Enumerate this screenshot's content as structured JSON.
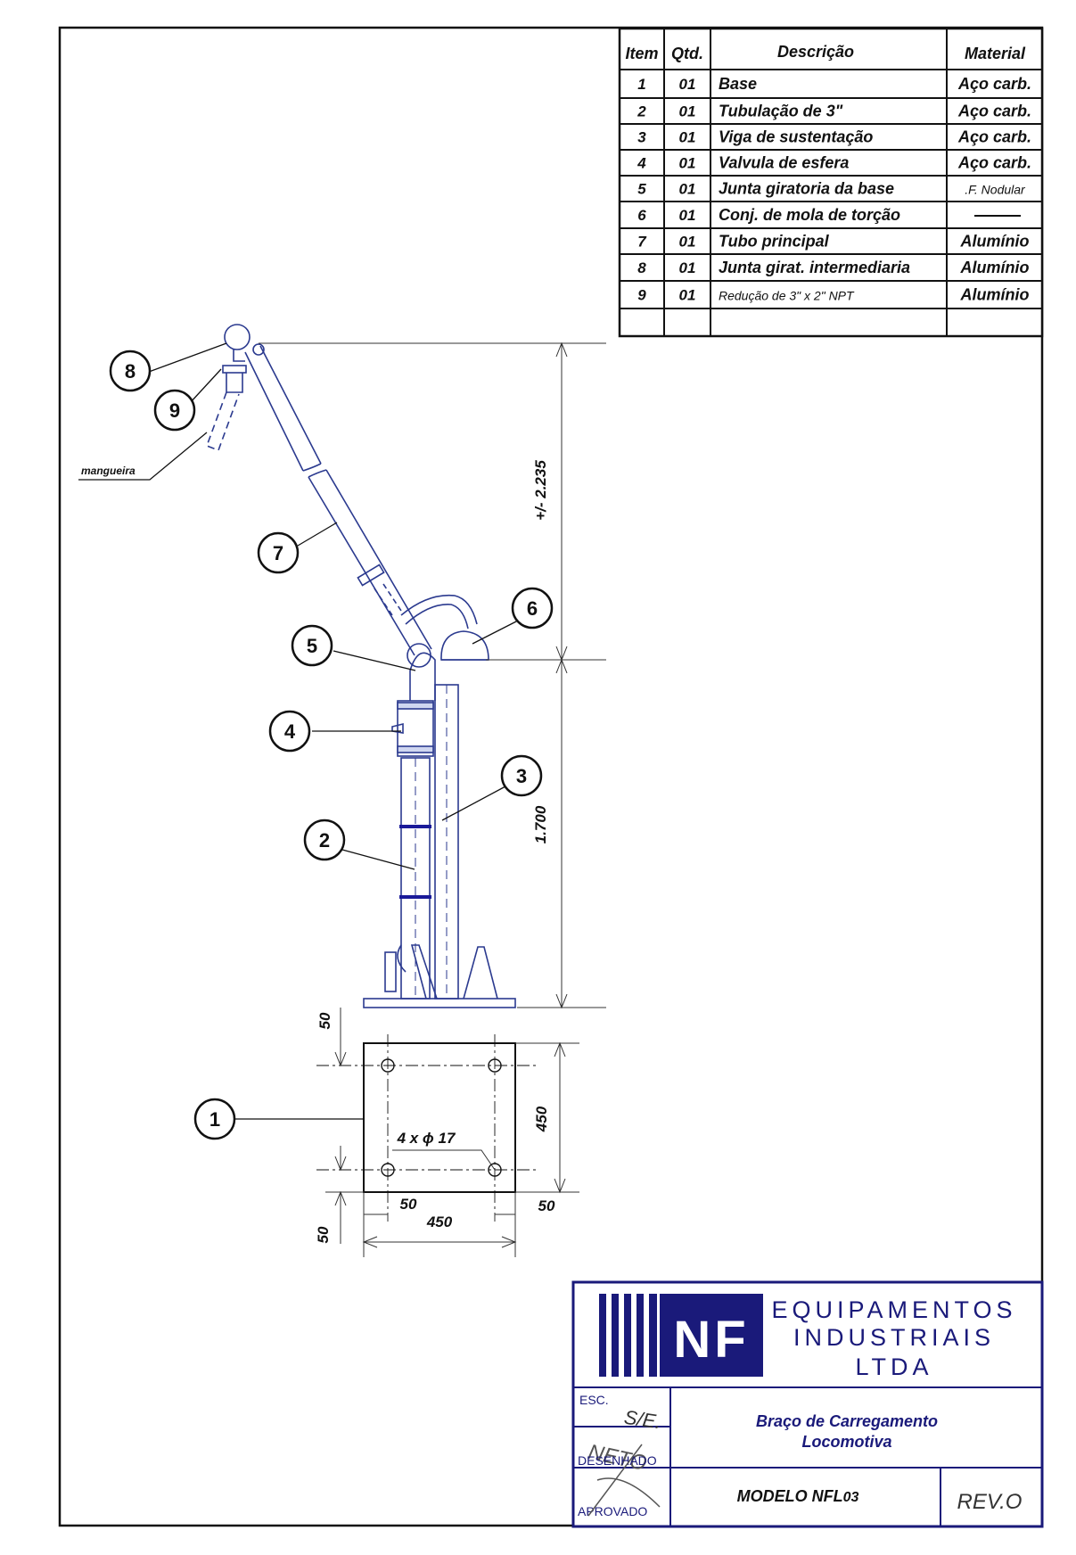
{
  "parts_table": {
    "headers": {
      "item": "Item",
      "qty": "Qtd.",
      "description": "Descrição",
      "material": "Material"
    },
    "rows": [
      {
        "item": "1",
        "qty": "01",
        "description": "Base",
        "material": "Aço carb."
      },
      {
        "item": "2",
        "qty": "01",
        "description": "Tubulação de  3\"",
        "material": "Aço carb."
      },
      {
        "item": "3",
        "qty": "01",
        "description": "Viga de sustentação",
        "material": "Aço carb."
      },
      {
        "item": "4",
        "qty": "01",
        "description": "Valvula de esfera",
        "material": "Aço carb."
      },
      {
        "item": "5",
        "qty": "01",
        "description": "Junta giratoria da base",
        "material": ".F. Nodular"
      },
      {
        "item": "6",
        "qty": "01",
        "description": "Conj. de mola de torção",
        "material": ""
      },
      {
        "item": "7",
        "qty": "01",
        "description": "Tubo principal",
        "material": "Alumínio"
      },
      {
        "item": "8",
        "qty": "01",
        "description": "Junta girat. intermediaria",
        "material": "Alumínio"
      },
      {
        "item": "9",
        "qty": "01",
        "description": "Redução de 3\" x 2\" NPT",
        "material": "Alumínio"
      }
    ]
  },
  "callouts": [
    "1",
    "2",
    "3",
    "4",
    "5",
    "6",
    "7",
    "8",
    "9"
  ],
  "labels": {
    "hose": "mangueira",
    "hole_spec": "4 x ϕ 17"
  },
  "dimensions": {
    "upper_height": "+/- 2.235",
    "lower_height": "1.700",
    "base_width": "450",
    "base_height": "450",
    "offset_top": "50",
    "offset_bottom": "50",
    "offset_left": "50",
    "offset_right": "50"
  },
  "title_block": {
    "logo_text": "NF",
    "company_line1": "EQUIPAMENTOS",
    "company_line2": "INDUSTRIAIS",
    "company_line3": "LTDA",
    "scale_label": "ESC.",
    "scale_value": "S/E.",
    "drawn_label": "DESENHADO",
    "drawn_value": "NETO",
    "approved_label": "APROVADO",
    "title_line1": "Braço de Carregamento",
    "title_line2": "Locomotiva",
    "model_label": "MODELO NFL",
    "model_number": "03",
    "revision": "REV.O"
  },
  "colors": {
    "ink": "#111111",
    "brand": "#1a1a7a",
    "drawing": "#2b3a8f",
    "dim": "#333333"
  }
}
